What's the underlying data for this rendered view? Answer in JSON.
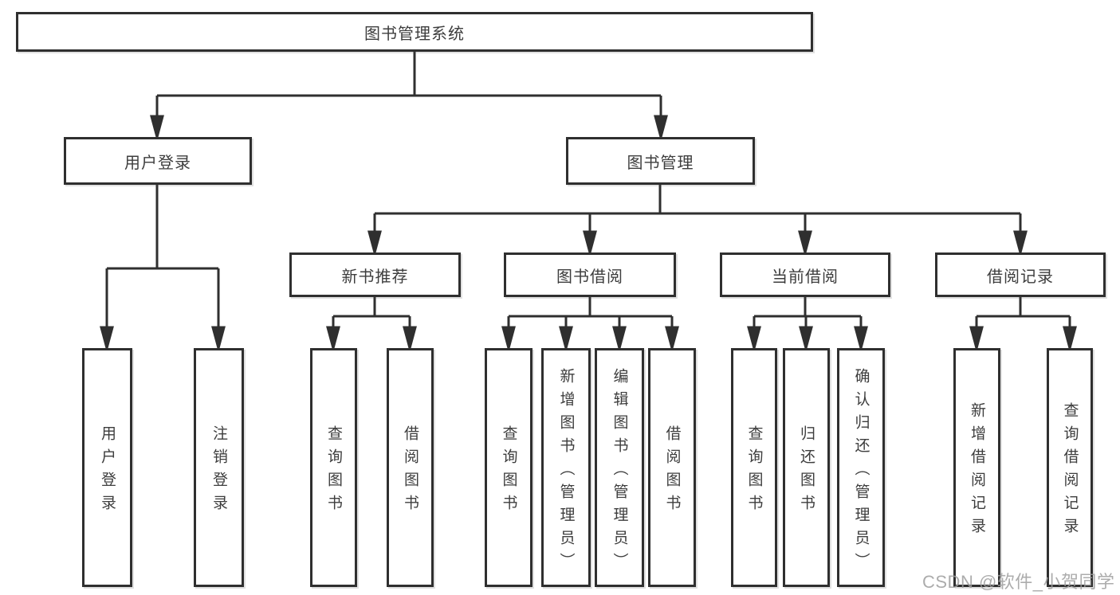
{
  "diagram": {
    "type": "hierarchy-tree",
    "root": {
      "label": "图书管理系统",
      "children": [
        {
          "label": "用户登录",
          "children": [
            {
              "label": "用户登录"
            },
            {
              "label": "注销登录"
            }
          ]
        },
        {
          "label": "图书管理",
          "children": [
            {
              "label": "新书推荐",
              "children": [
                {
                  "label": "查询图书"
                },
                {
                  "label": "借阅图书"
                }
              ]
            },
            {
              "label": "图书借阅",
              "children": [
                {
                  "label": "查询图书"
                },
                {
                  "label": "新增图书（管理员）"
                },
                {
                  "label": "编辑图书（管理员）"
                },
                {
                  "label": "借阅图书"
                }
              ]
            },
            {
              "label": "当前借阅",
              "children": [
                {
                  "label": "查询图书"
                },
                {
                  "label": "归还图书"
                },
                {
                  "label": "确认归还（管理员）"
                }
              ]
            },
            {
              "label": "借阅记录",
              "children": [
                {
                  "label": "新增借阅记录"
                },
                {
                  "label": "查询借阅记录"
                }
              ]
            }
          ]
        }
      ]
    }
  },
  "watermark": "CSDN @软件_小贺同学",
  "colors": {
    "line": "#2f2f2f",
    "text": "#3d3d3d",
    "background": "#ffffff",
    "watermark": "#9e9e9e"
  }
}
